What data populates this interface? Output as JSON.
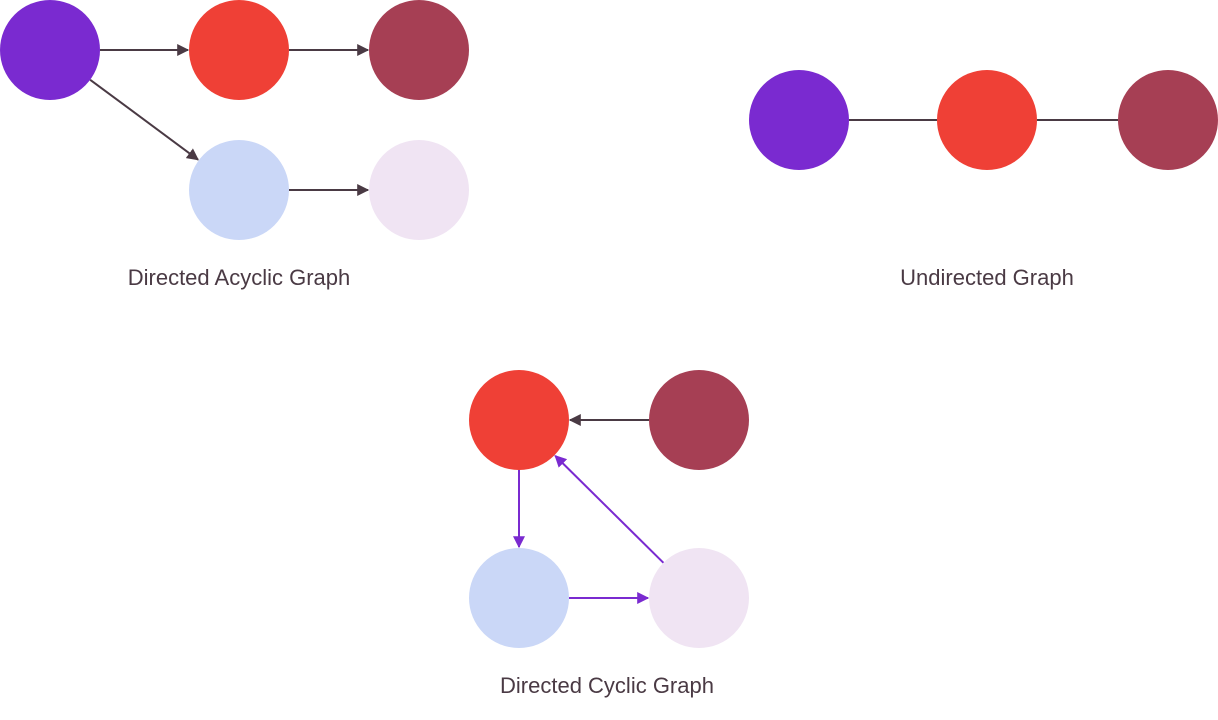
{
  "colors": {
    "purple": "#7a2ad0",
    "red": "#ef4036",
    "maroon": "#a63f54",
    "light_blue": "#cad7f7",
    "lavender": "#f0e4f3",
    "dark_edge": "#4a3a44",
    "purple_edge": "#7a2ad0",
    "text": "#4a3a44"
  },
  "graphs": {
    "dag": {
      "caption": "Directed Acyclic Graph",
      "nodes": [
        {
          "id": "a",
          "color": "purple"
        },
        {
          "id": "b",
          "color": "red"
        },
        {
          "id": "c",
          "color": "maroon"
        },
        {
          "id": "d",
          "color": "light_blue"
        },
        {
          "id": "e",
          "color": "lavender"
        }
      ],
      "edges": [
        {
          "from": "a",
          "to": "b",
          "directed": true,
          "color": "dark_edge"
        },
        {
          "from": "b",
          "to": "c",
          "directed": true,
          "color": "dark_edge"
        },
        {
          "from": "a",
          "to": "d",
          "directed": true,
          "color": "dark_edge"
        },
        {
          "from": "d",
          "to": "e",
          "directed": true,
          "color": "dark_edge"
        }
      ]
    },
    "undirected": {
      "caption": "Undirected Graph",
      "nodes": [
        {
          "id": "a",
          "color": "purple"
        },
        {
          "id": "b",
          "color": "red"
        },
        {
          "id": "c",
          "color": "maroon"
        }
      ],
      "edges": [
        {
          "from": "a",
          "to": "b",
          "directed": false,
          "color": "dark_edge"
        },
        {
          "from": "b",
          "to": "c",
          "directed": false,
          "color": "dark_edge"
        }
      ]
    },
    "cyclic": {
      "caption": "Directed Cyclic Graph",
      "nodes": [
        {
          "id": "a",
          "color": "red"
        },
        {
          "id": "b",
          "color": "maroon"
        },
        {
          "id": "c",
          "color": "light_blue"
        },
        {
          "id": "d",
          "color": "lavender"
        }
      ],
      "edges": [
        {
          "from": "b",
          "to": "a",
          "directed": true,
          "color": "dark_edge"
        },
        {
          "from": "a",
          "to": "c",
          "directed": true,
          "color": "purple_edge"
        },
        {
          "from": "c",
          "to": "d",
          "directed": true,
          "color": "purple_edge"
        },
        {
          "from": "d",
          "to": "a",
          "directed": true,
          "color": "purple_edge"
        }
      ]
    }
  }
}
